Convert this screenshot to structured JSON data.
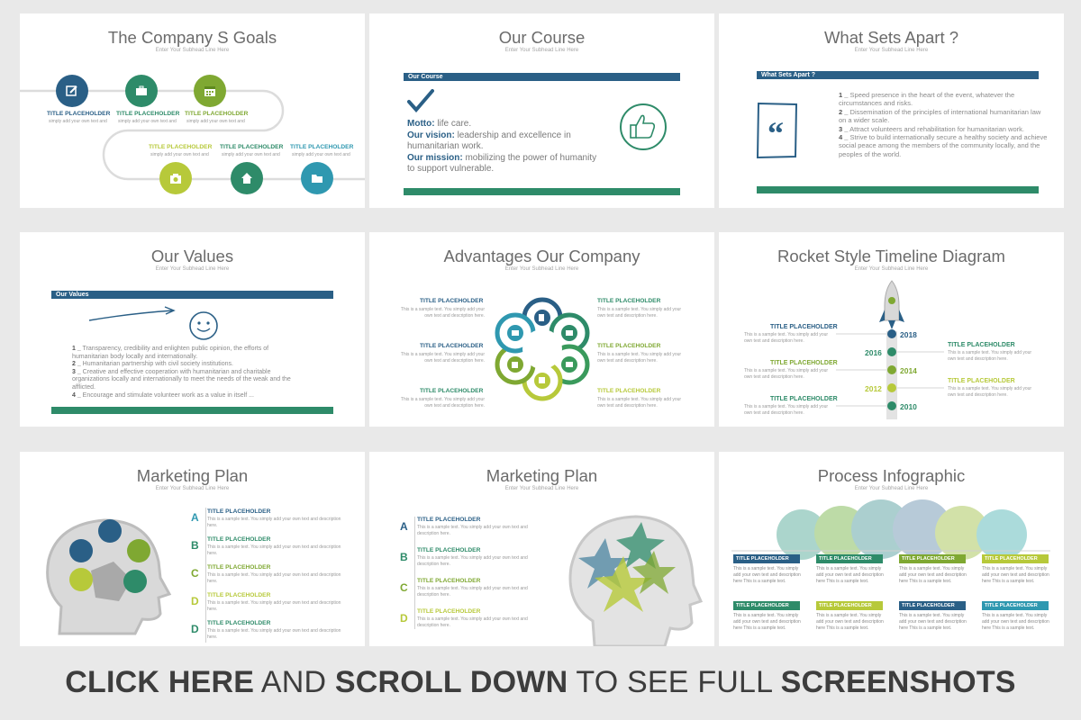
{
  "slides": {
    "s1": {
      "title": "The Company S Goals",
      "subtitle": "Enter Your Subhead Line Here",
      "items": [
        {
          "label": "TITLE PLACEHOLDER",
          "text": "simply add your own text and"
        },
        {
          "label": "TITLE PLACEHOLDER",
          "text": "simply add your own text and"
        },
        {
          "label": "TITLE PLACEHOLDER",
          "text": "simply add your own text and"
        },
        {
          "label": "TITLE PLACEHOLDER",
          "text": "simply add your own text and"
        },
        {
          "label": "TITLE PLACEHOLDER",
          "text": "simply add your own text and"
        },
        {
          "label": "TITLE PLACEHOLDER",
          "text": "simply add your own text and"
        }
      ]
    },
    "s2": {
      "title": "Our Course",
      "subtitle": "Enter Your Subhead Line Here",
      "bar": "Our Course",
      "motto_label": "Motto:",
      "motto": " life care.",
      "vision_label": "Our vision:",
      "vision": " leadership and excellence in humanitarian work.",
      "mission_label": "Our mission:",
      "mission": " mobilizing the power of humanity to support vulnerable."
    },
    "s3": {
      "title": "What Sets Apart ?",
      "subtitle": "Enter Your Subhead Line Here",
      "bar": "What Sets Apart ?",
      "points": [
        {
          "n": "1 _",
          "t": " Speed presence in the heart of the event, whatever the circumstances and risks."
        },
        {
          "n": "2 _",
          "t": " Dissemination of the principles of international humanitarian law on a wider scale."
        },
        {
          "n": "3 _",
          "t": " Attract volunteers and rehabilitation for humanitarian work."
        },
        {
          "n": "4 _",
          "t": " Strive to build internationally secure a healthy society and achieve social peace among the members of the community locally, and the peoples of the world."
        }
      ]
    },
    "s4": {
      "title": "Our Values",
      "subtitle": "Enter Your Subhead Line Here",
      "bar": "Our Values",
      "points": [
        {
          "n": "1 _",
          "t": " Transparency, credibility and enlighten public opinion, the efforts of humanitarian body locally and internationally."
        },
        {
          "n": "2 _",
          "t": " Humanitarian partnership with civil society institutions."
        },
        {
          "n": "3 _",
          "t": " Creative and effective cooperation with humanitarian and charitable organizations locally and internationally to meet the needs of the weak and the afflicted."
        },
        {
          "n": "4 _",
          "t": " Encourage and stimulate volunteer work as a value in itself ..."
        }
      ]
    },
    "s5": {
      "title": "Advantages Our Company",
      "subtitle": "Enter Your Subhead Line Here",
      "items": [
        {
          "label": "TITLE PLACEHOLDER",
          "text": "This is a sample text. You simply add your own text and description here."
        },
        {
          "label": "TITLE PLACEHOLDER",
          "text": "This is a sample text. You simply add your own text and description here."
        },
        {
          "label": "TITLE PLACEHOLDER",
          "text": "This is a sample text. You simply add your own text and description here."
        },
        {
          "label": "TITLE PLACEHOLDER",
          "text": "This is a sample text. You simply add your own text and description here."
        },
        {
          "label": "TITLE PLACEHOLDER",
          "text": "This is a sample text. You simply add your own text and description here."
        },
        {
          "label": "TITLE PLACEHOLDER",
          "text": "This is a sample text. You simply add your own text and description here."
        }
      ]
    },
    "s6": {
      "title": "Rocket Style Timeline Diagram",
      "subtitle": "Enter Your Subhead Line Here",
      "years": [
        "2018",
        "2016",
        "2014",
        "2012",
        "2010"
      ],
      "items": [
        {
          "label": "TITLE PLACEHOLDER",
          "text": "This is a sample text. You simply add your own text and description here."
        },
        {
          "label": "TITLE PLACEHOLDER",
          "text": "This is a sample text. You simply add your own text and description here."
        },
        {
          "label": "TITLE PLACEHOLDER",
          "text": "This is a sample text. You simply add your own text and description here."
        },
        {
          "label": "TITLE PLACEHOLDER",
          "text": "This is a sample text. You simply add your own text and description here."
        },
        {
          "label": "TITLE PLACEHOLDER",
          "text": "This is a sample text. You simply add your own text and description here."
        }
      ]
    },
    "s7": {
      "title": "Marketing Plan",
      "subtitle": "Enter Your Subhead Line Here",
      "items": [
        {
          "letter": "A",
          "label": "TITLE PLACEHOLDER",
          "text": "This is a sample text. You simply add your own text and description here."
        },
        {
          "letter": "B",
          "label": "TITLE PLACEHOLDER",
          "text": "This is a sample text. You simply add your own text and description here."
        },
        {
          "letter": "C",
          "label": "TITLE PLACEHOLDER",
          "text": "This is a sample text. You simply add your own text and description here."
        },
        {
          "letter": "D",
          "label": "TITLE PLACEHOLDER",
          "text": "This is a sample text. You simply add your own text and description here."
        },
        {
          "letter": "D",
          "label": "TITLE PLACEHOLDER",
          "text": "This is a sample text. You simply add your own text and description here."
        }
      ]
    },
    "s8": {
      "title": "Marketing Plan",
      "subtitle": "Enter Your Subhead Line Here",
      "items": [
        {
          "letter": "A",
          "label": "TITLE PLACEHOLDER",
          "text": "This is a sample text. You simply add your own text and description here."
        },
        {
          "letter": "B",
          "label": "TITLE PLACEHOLDER",
          "text": "This is a sample text. You simply add your own text and description here."
        },
        {
          "letter": "C",
          "label": "TITLE PLACEHOLDER",
          "text": "This is a sample text. You simply add your own text and description here."
        },
        {
          "letter": "D",
          "label": "TITLE PLACEHOLDER",
          "text": "This is a sample text. You simply add your own text and description here."
        }
      ]
    },
    "s9": {
      "title": "Process Infographic",
      "subtitle": "Enter Your Subhead Line Here",
      "items": [
        {
          "label": "TITLE PLACEHOLDER",
          "text": "This is a sample text. You simply add your own text and description here This is a sample text."
        },
        {
          "label": "TITLE PLACEHOLDER",
          "text": "This is a sample text. You simply add your own text and description here This is a sample text."
        },
        {
          "label": "TITLE PLACEHOLDER",
          "text": "This is a sample text. You simply add your own text and description here This is a sample text."
        },
        {
          "label": "TITLE PLACEHOLDER",
          "text": "This is a sample text. You simply add your own text and description here This is a sample text."
        },
        {
          "label": "TITLE PLACEHOLDER",
          "text": "This is a sample text. You simply add your own text and description here This is a sample text."
        },
        {
          "label": "TITLE PLACEHOLDER",
          "text": "This is a sample text. You simply add your own text and description here This is a sample text."
        },
        {
          "label": "TITLE PLACEHOLDER",
          "text": "This is a sample text. You simply add your own text and description here This is a sample text."
        },
        {
          "label": "TITLE PLACEHOLDER",
          "text": "This is a sample text. You simply add your own text and description here This is a sample text."
        }
      ]
    }
  },
  "footer": {
    "part1": "CLICK HERE",
    "part2": " AND ",
    "part3": "SCROLL DOWN",
    "part4": " TO SEE FULL ",
    "part5": "SCREENSHOTS"
  },
  "colors": {
    "navy": "#2a5f86",
    "teal": "#2e8b69",
    "green": "#7fa832",
    "lime": "#b7c93a",
    "sky": "#2f98b0",
    "grey": "#6b6b6b",
    "bg": "#e9e9e9"
  },
  "icons": {
    "s1": [
      "edit-icon",
      "briefcase-icon",
      "calendar-icon",
      "camera-icon",
      "home-icon",
      "folder-icon"
    ],
    "s5": [
      "briefcase-icon",
      "tag-icon",
      "camera-icon",
      "folder-icon",
      "home-icon",
      "calendar-icon"
    ]
  }
}
